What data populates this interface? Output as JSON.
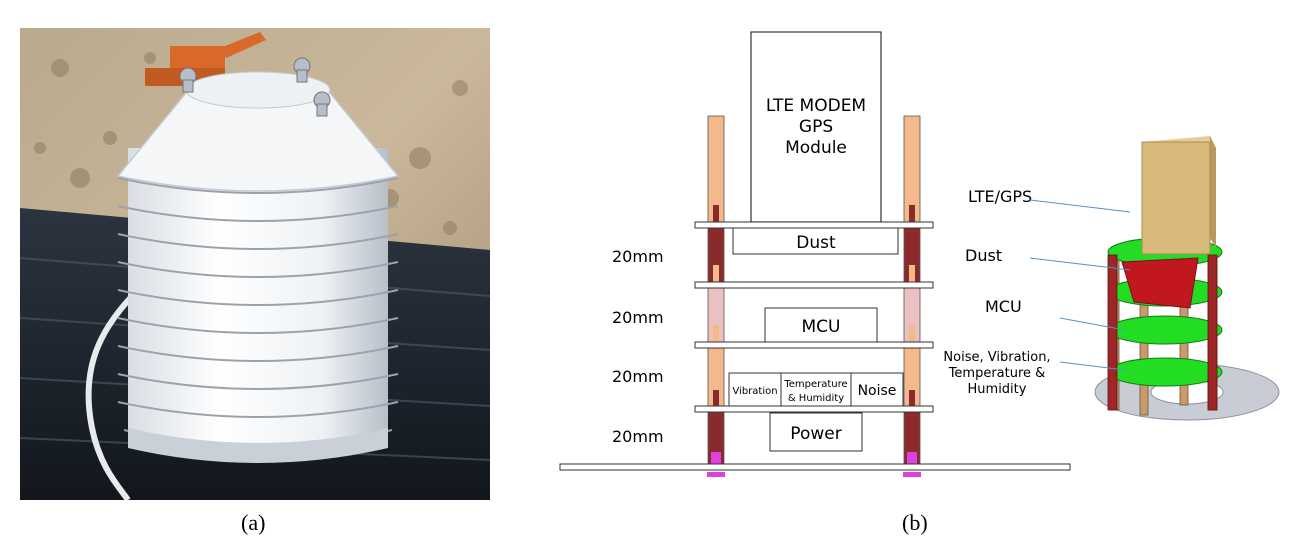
{
  "captions": {
    "left": "(a)",
    "right": "(b)"
  },
  "diagram": {
    "modem_box": [
      "LTE MODEM",
      "GPS",
      "Module"
    ],
    "boards": {
      "dust": "Dust",
      "mcu": "MCU",
      "vibration": "Vibration",
      "temp_humidity": [
        "Temperature",
        "& Humidity"
      ],
      "noise": "Noise",
      "power": "Power"
    },
    "spacings": [
      "20mm",
      "20mm",
      "20mm",
      "20mm"
    ]
  },
  "render_labels": {
    "lte_gps": "LTE/GPS",
    "dust": "Dust",
    "mcu": "MCU",
    "sensors": [
      "Noise, Vibration,",
      "Temperature &",
      "Humidity"
    ]
  },
  "colors": {
    "standoff_dark": "#8b2a2a",
    "standoff_light": "#f4b98a",
    "standoff_pink": "#eac0c0",
    "screw": "#e040e0",
    "pcb_green": "#22dd22",
    "modem_tan": "#d9b97a",
    "base_gray": "#c8ccd4"
  }
}
